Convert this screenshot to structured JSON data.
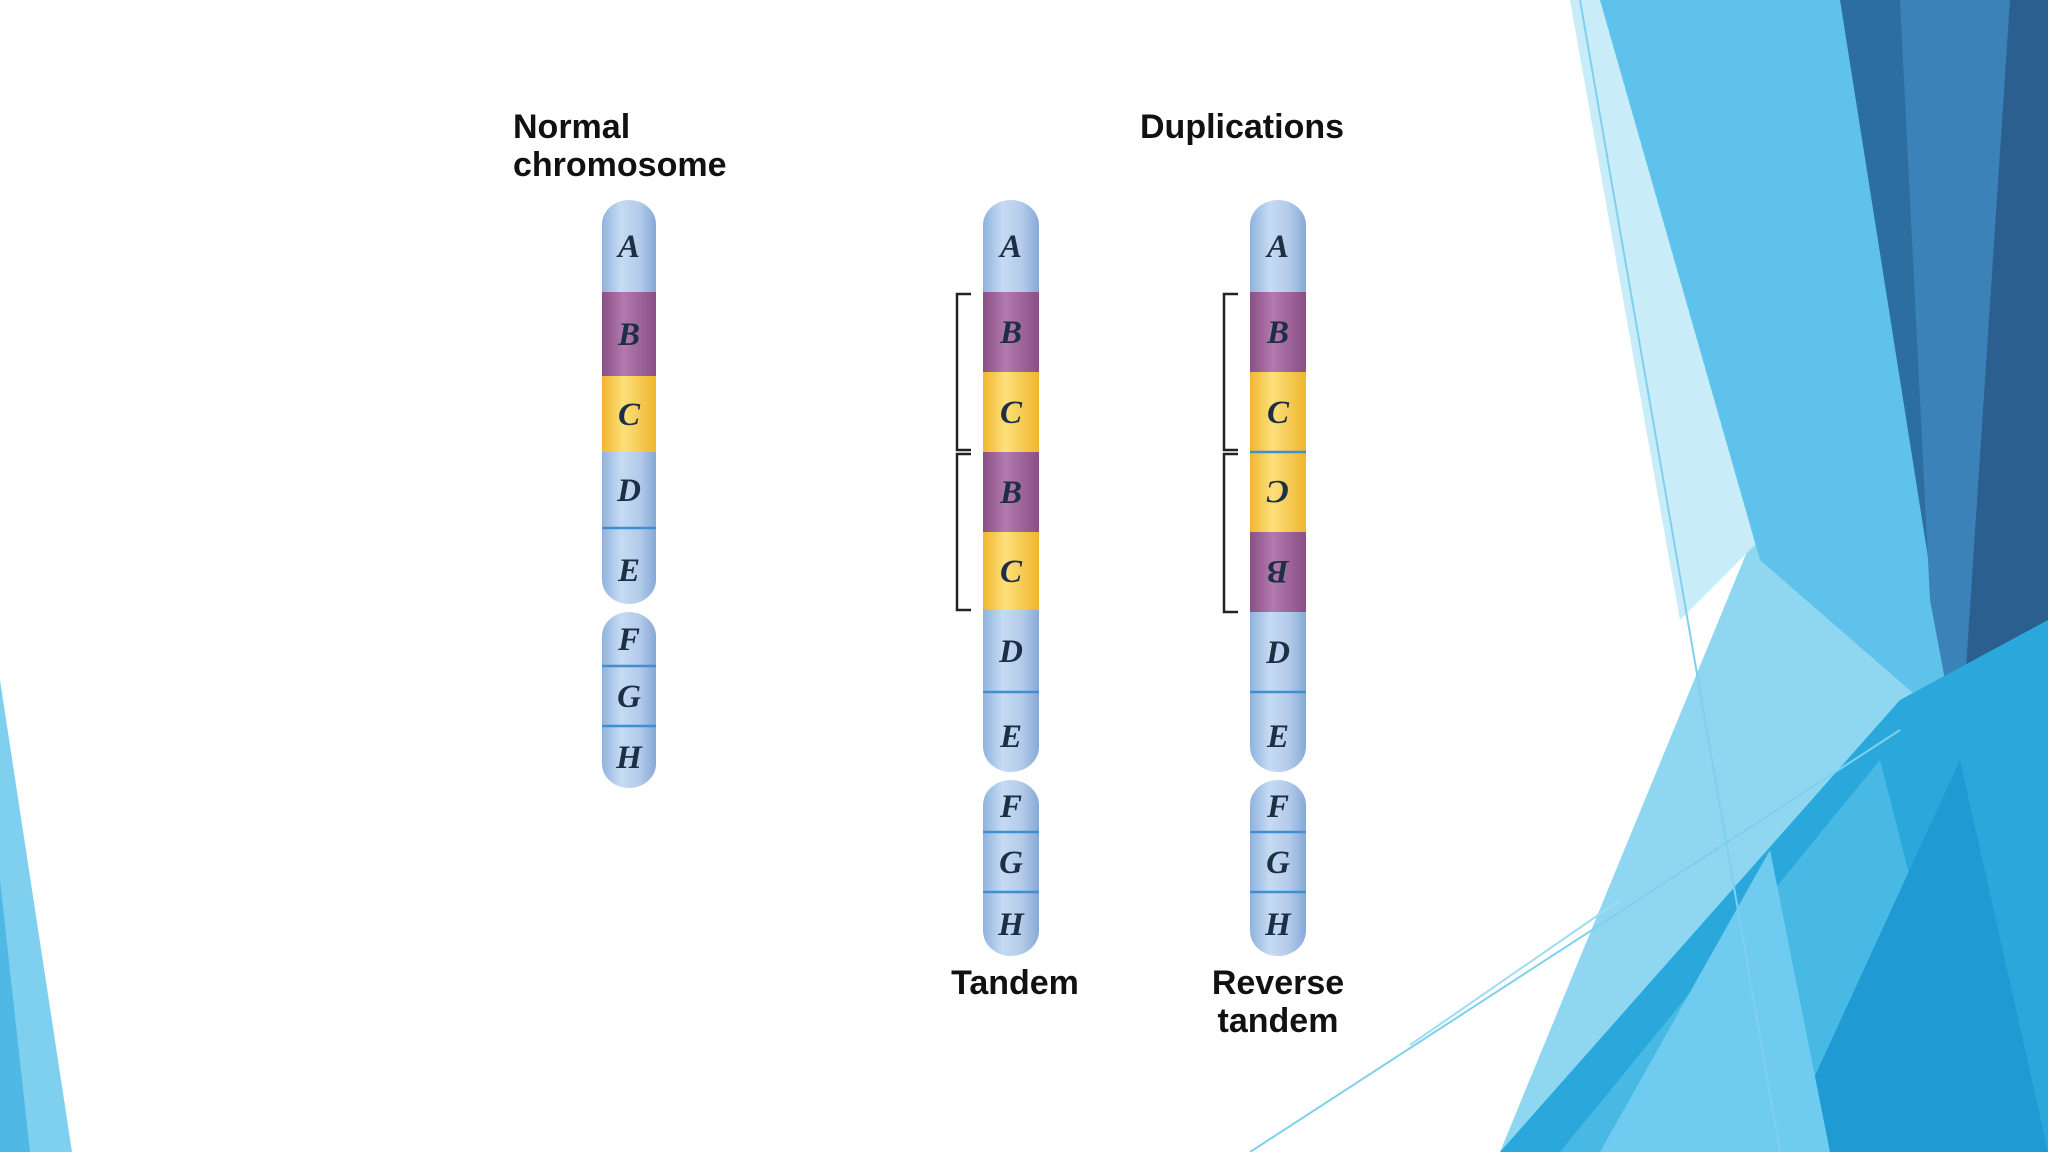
{
  "diagram": {
    "normal": {
      "title_line1": "Normal",
      "title_line2": "chromosome",
      "segments": [
        "A",
        "B",
        "C",
        "D",
        "E",
        "F",
        "G",
        "H"
      ]
    },
    "duplications_title": "Duplications",
    "tandem": {
      "caption": "Tandem",
      "segments": [
        "A",
        "B",
        "C",
        "B",
        "C",
        "D",
        "E",
        "F",
        "G",
        "H"
      ]
    },
    "reverse_tandem": {
      "caption_line1": "Reverse",
      "caption_line2": "tandem",
      "segments": [
        "A",
        "B",
        "C",
        "C",
        "B",
        "D",
        "E",
        "F",
        "G",
        "H"
      ],
      "reversed_segment_labels": [
        "C",
        "B"
      ]
    }
  },
  "colors": {
    "segment_blue": "#b3cbea",
    "segment_purple": "#a0659b",
    "segment_yellow": "#f7c94b",
    "band_line": "#3f8fd1",
    "decor_dark_blue": "#2d6ea1",
    "decor_mid_blue": "#2fa3d8",
    "decor_light_blue": "#7fd0ee"
  }
}
